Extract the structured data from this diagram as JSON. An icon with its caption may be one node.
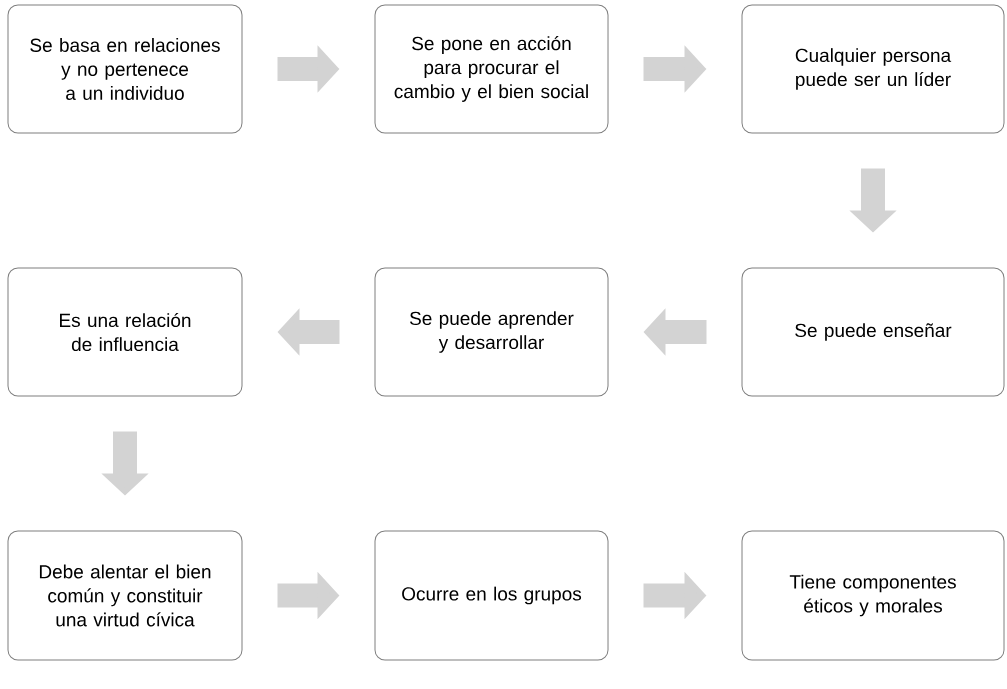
{
  "diagram": {
    "nodes": [
      {
        "text": [
          "Se basa en relaciones y no pertenece a un individuo"
        ]
      },
      {
        "text": [
          "Se pone en acción para procurar el cambio y el bien social"
        ]
      },
      {
        "text": [
          "Cualquier persona puede ser un líder"
        ]
      },
      {
        "text": [
          "Es una relación de influencia"
        ]
      },
      {
        "text": [
          "Se puede aprender y desarrollar"
        ]
      },
      {
        "text": [
          "Se puede enseñar"
        ]
      },
      {
        "text": [
          "Debe alentar el bien común y constituir una virtud cívica"
        ]
      },
      {
        "text": [
          "Ocurre en los grupos"
        ]
      },
      {
        "text": [
          "Tiene componentes éticos y morales"
        ]
      }
    ],
    "edges": [
      {
        "from": 0,
        "to": 1,
        "arrow": "to"
      },
      {
        "from": 1,
        "to": 2,
        "arrow": "to"
      },
      {
        "from": 2,
        "to": 5,
        "arrow": "to"
      },
      {
        "from": 5,
        "to": 4,
        "arrow": "to"
      },
      {
        "from": 4,
        "to": 3,
        "arrow": "to"
      },
      {
        "from": 3,
        "to": 6,
        "arrow": "to"
      },
      {
        "from": 6,
        "to": 7,
        "arrow": "to"
      },
      {
        "from": 7,
        "to": 8,
        "arrow": "to"
      }
    ]
  }
}
